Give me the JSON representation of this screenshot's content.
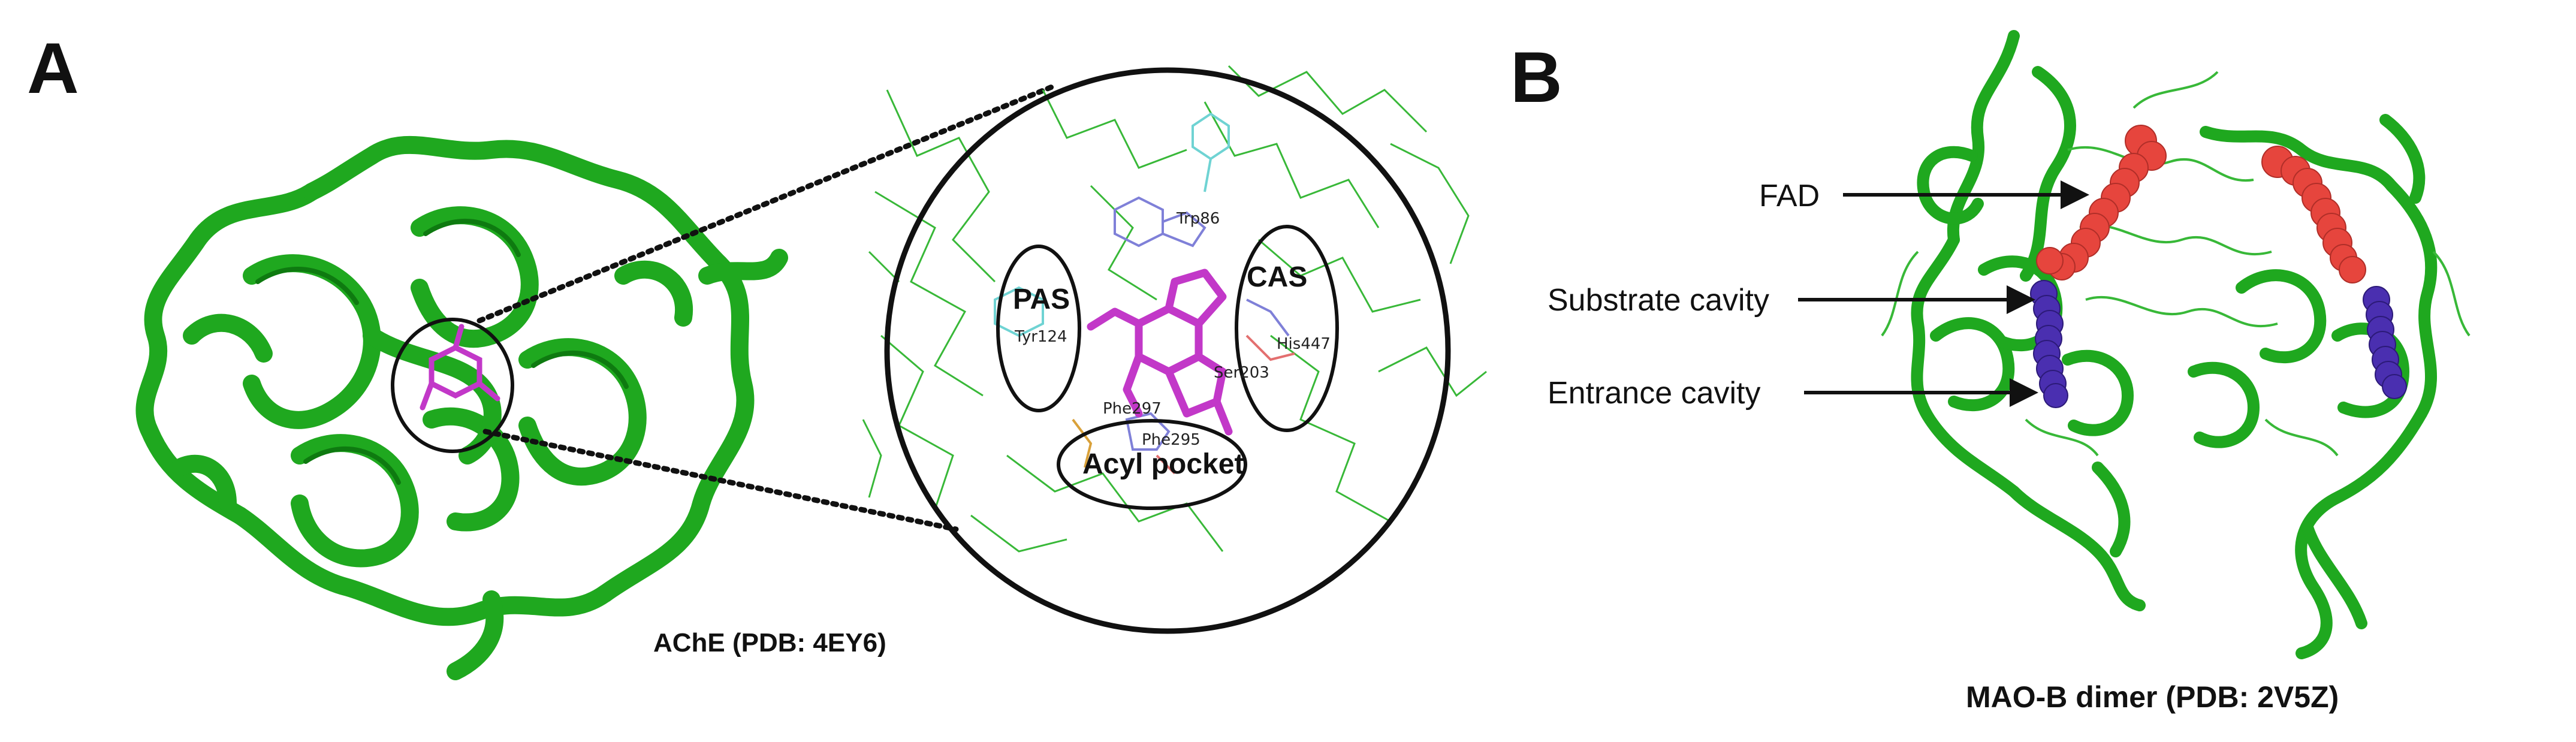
{
  "panels": {
    "a": {
      "letter": "A",
      "caption": "AChE (PDB: 4EY6)",
      "zones": {
        "pas": "PAS",
        "cas": "CAS",
        "acyl": "Acyl pocket"
      },
      "residues": {
        "trp86": "Trp86",
        "tyr124": "Tyr124",
        "his447": "His447",
        "ser203": "Ser203",
        "phe297": "Phe297",
        "phe295": "Phe295"
      }
    },
    "b": {
      "letter": "B",
      "caption": "MAO-B dimer (PDB: 2V5Z)",
      "callouts": {
        "fad": "FAD",
        "substrate": "Substrate cavity",
        "entrance": "Entrance cavity"
      }
    }
  },
  "colors": {
    "protein": "#1fa81f",
    "ligand": "#c238c8",
    "fad": "#e6453d",
    "cavity": "#4a2fb0",
    "wire": "#38b838"
  }
}
